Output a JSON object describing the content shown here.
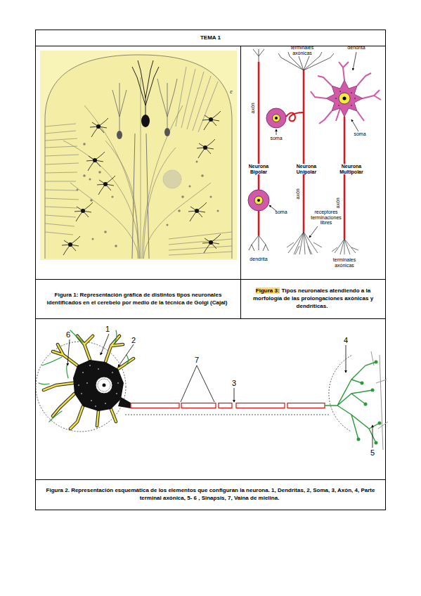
{
  "diagram": {
    "title": "TEMA 1",
    "nodes": [
      {
        "text": [
          "Figura 1: Representación gráfica de distintos tipos neuronales identificados en el cerebelo por medio de la técnica de Golgi (Cajal)"
        ]
      },
      {
        "text": [
          "Figura 3:",
          "Tipos neuronales atendiendo a la morfología de las prolongaciones axónicas y dendríticas."
        ]
      },
      {
        "text": [
          "Figura 2. Representación esquemática de los elementos que configuran la neurona. 1, Dendritas, 2, Soma, 3, Axón, 4, Parte terminal axónica, 5- 6 , Sinapsis, 7, Vaina de mielina."
        ]
      }
    ],
    "labels": [
      "c",
      "terminales axónicas",
      "dendrita",
      "axón",
      "soma",
      "soma",
      "Neurona Bipolar",
      "Neurona Unipolar",
      "Neurona Multipolar",
      "soma",
      "axón",
      "axón",
      "dendrita",
      "receptores terminaciones libres",
      "terminales axónicas",
      "6",
      "1",
      "2",
      "7",
      "3",
      "4",
      "5"
    ]
  }
}
